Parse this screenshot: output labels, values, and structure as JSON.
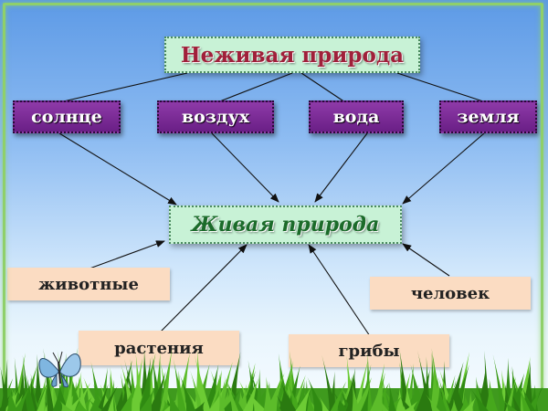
{
  "title_top": "Неживая природа",
  "title_center": "Живая природа",
  "nonliving_items": [
    "солнце",
    "воздух",
    "вода",
    "земля"
  ],
  "living_items": [
    "животные",
    "растения",
    "грибы",
    "человек"
  ],
  "colors": {
    "title_box_fill": "#c8f2d6",
    "nonliving_text": "#a0203a",
    "living_text": "#1b6b2a",
    "purple_box": "#7a2a96",
    "peach_box": "#fbdcc2",
    "frame": "#8fd06a",
    "arrow": "#111111"
  },
  "icons": [
    "butterfly-icon",
    "grass-decoration"
  ]
}
